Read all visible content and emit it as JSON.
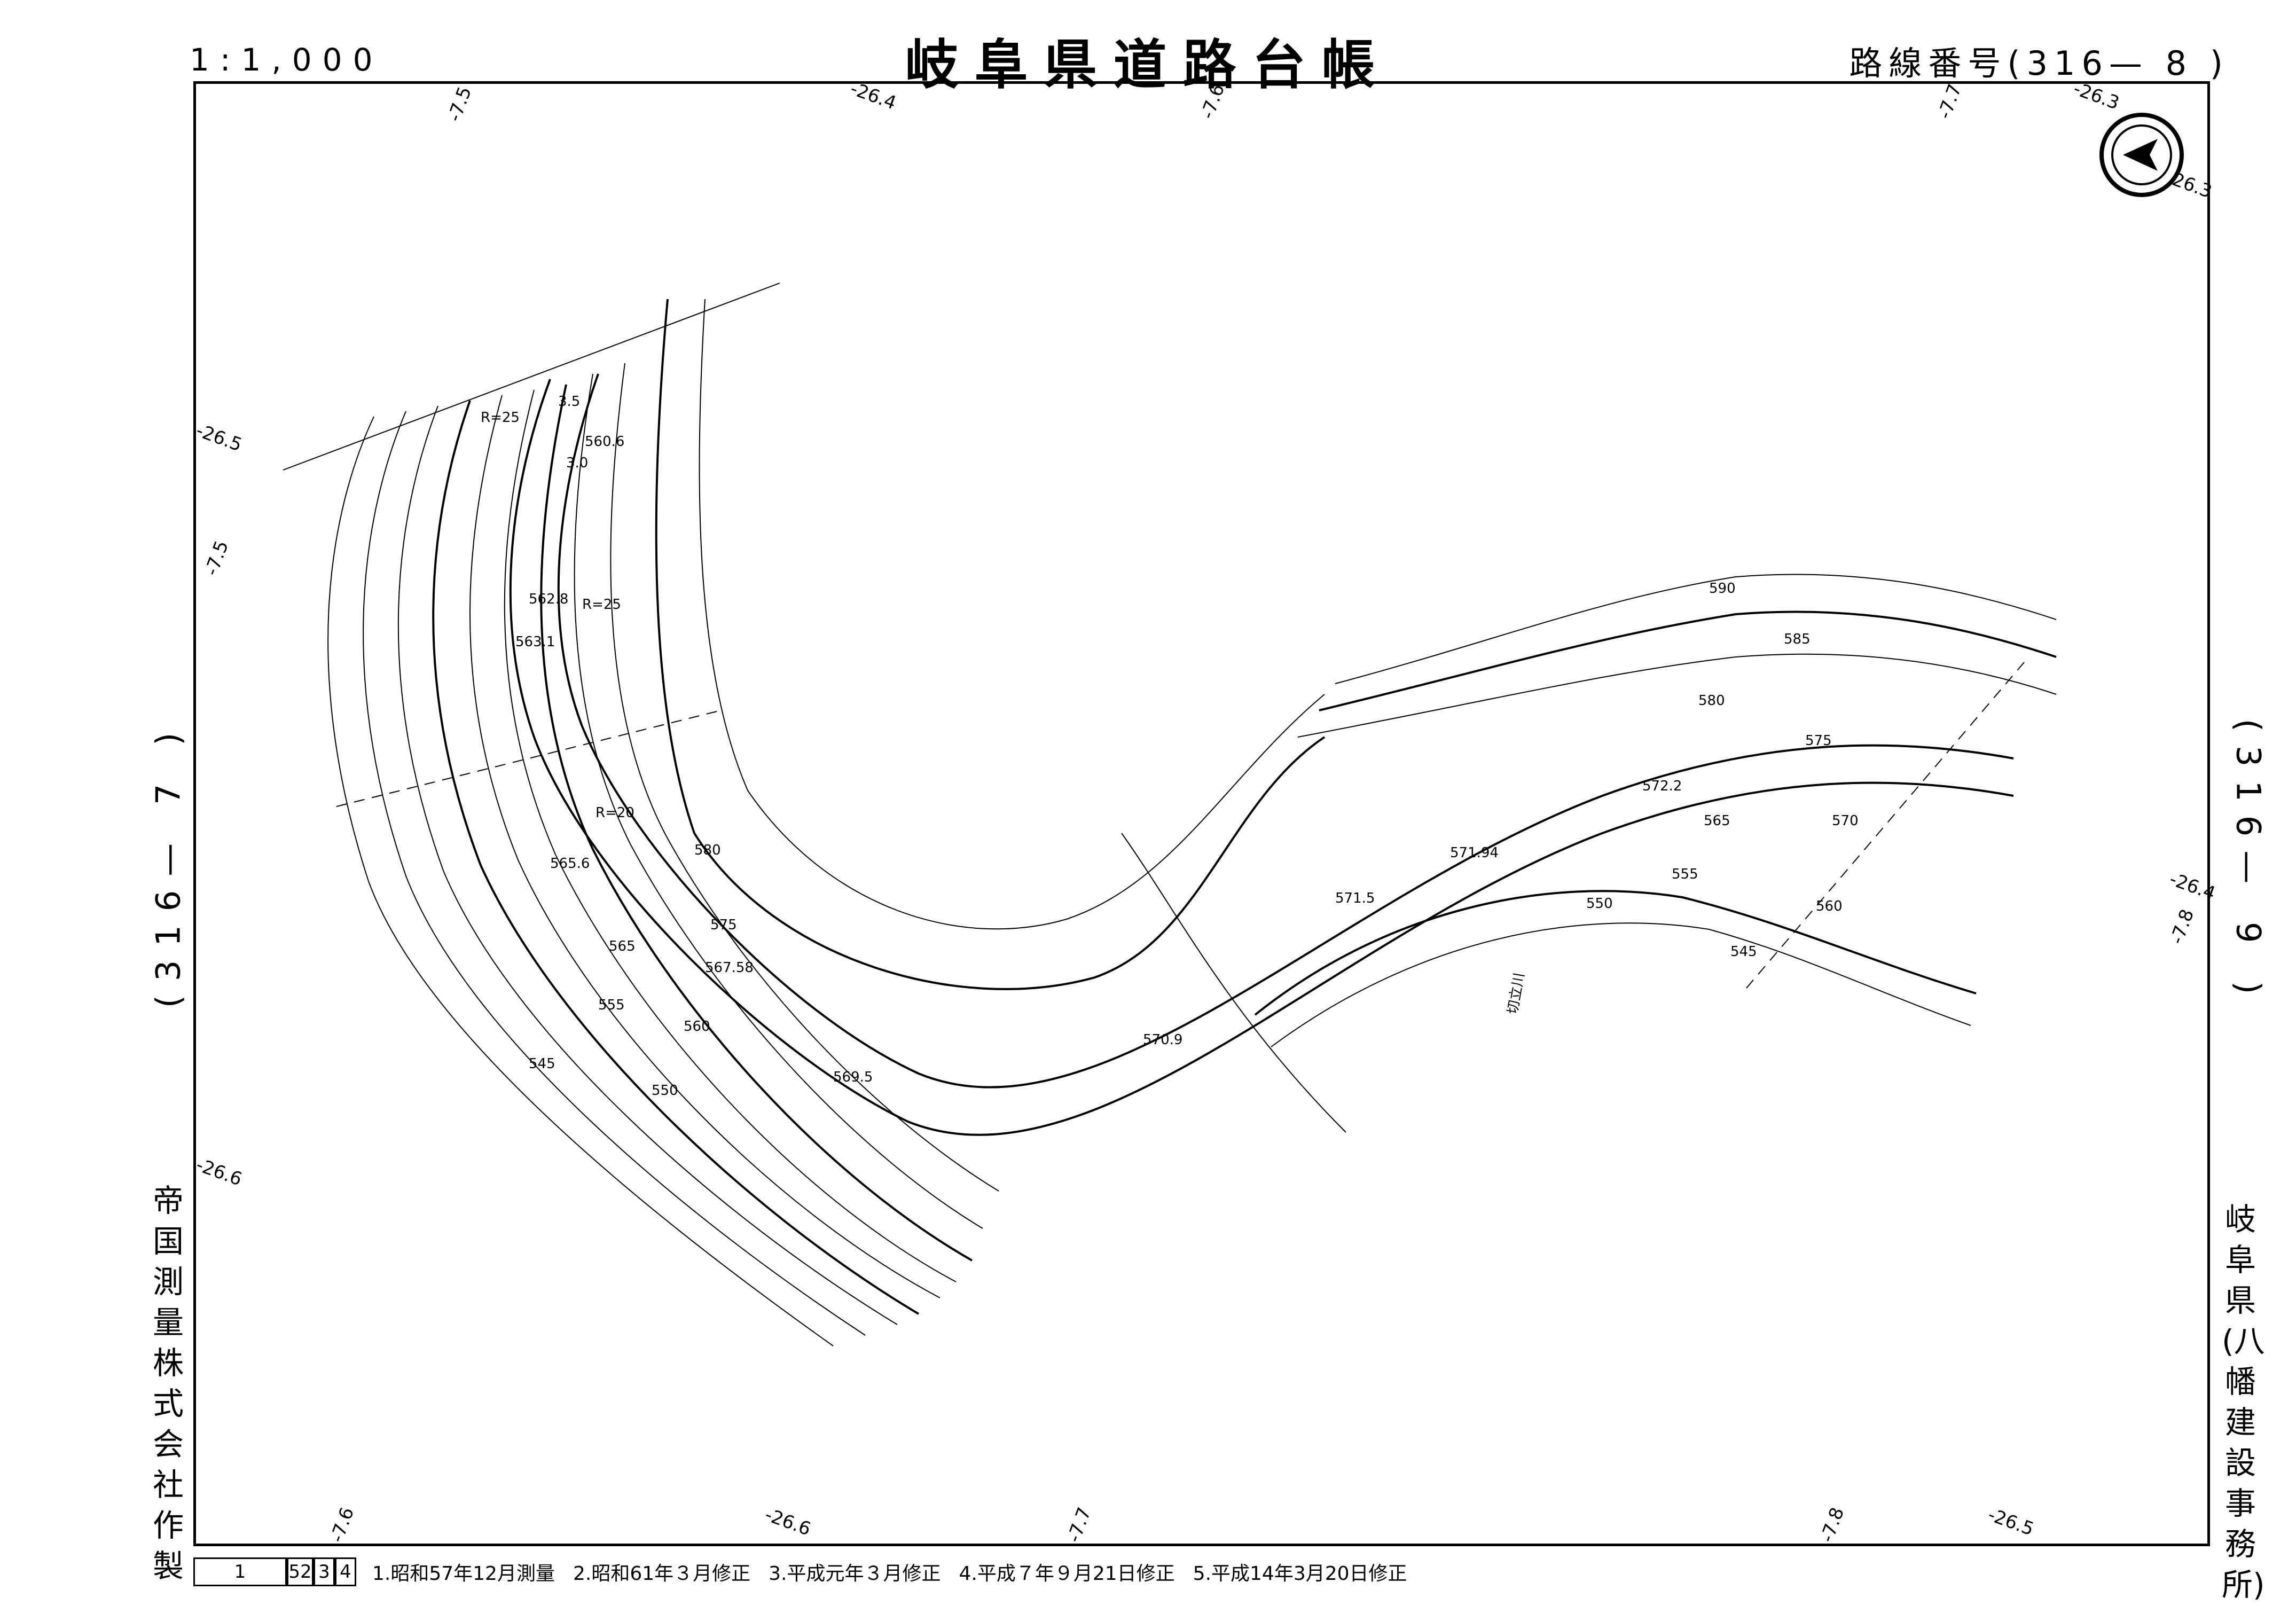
{
  "header": {
    "scale": "1:1,000",
    "title": "岐阜県道路台帳",
    "route_number": "路線番号(316— 8 )"
  },
  "side": {
    "left_route": "(316— 7 )",
    "right_route": "(316— 9 )",
    "maker": "帝国測量株式会社作製",
    "office": "岐阜県(八幡建設事務所)"
  },
  "footer": {
    "boxes": [
      "1",
      "52",
      "3",
      "4"
    ],
    "revisions": [
      "1.昭和57年12月測量",
      "2.昭和61年３月修正",
      "3.平成元年３月修正",
      "4.平成７年９月21日修正",
      "5.平成14年3月20日修正"
    ]
  },
  "edge_coords": {
    "top": [
      "-7.5",
      "-26.4",
      "-7.6",
      "-7.7",
      "-26.3"
    ],
    "right": [
      "26.3",
      "-26.4",
      "-7.8"
    ],
    "bottom": [
      "-7.6",
      "-26.6",
      "-7.7",
      "-7.8",
      "-26.5"
    ],
    "left": [
      "-26.5",
      "-7.5",
      "-26.6"
    ]
  },
  "contours": [
    "590",
    "585",
    "580",
    "575",
    "570",
    "565",
    "560",
    "555",
    "550",
    "545",
    "580",
    "575",
    "565",
    "560",
    "555",
    "550",
    "545"
  ],
  "annotations": {
    "radius_1": "R=25",
    "radius_2": "R=25",
    "radius_3": "R=20",
    "elev_1": "560.6",
    "elev_2": "562.8",
    "elev_3": "563.1",
    "elev_4": "565.6",
    "elev_5": "567.58",
    "elev_6": "569.5",
    "elev_7": "570.9",
    "elev_8": "571.5",
    "elev_9": "571.94",
    "elev_10": "572.2",
    "width_1": "3.5",
    "width_2": "3.0",
    "river_name": "切立川"
  },
  "colors": {
    "ink": "#000000",
    "paper": "#ffffff"
  },
  "icons": {
    "north_arrow": "north-arrow-icon"
  }
}
